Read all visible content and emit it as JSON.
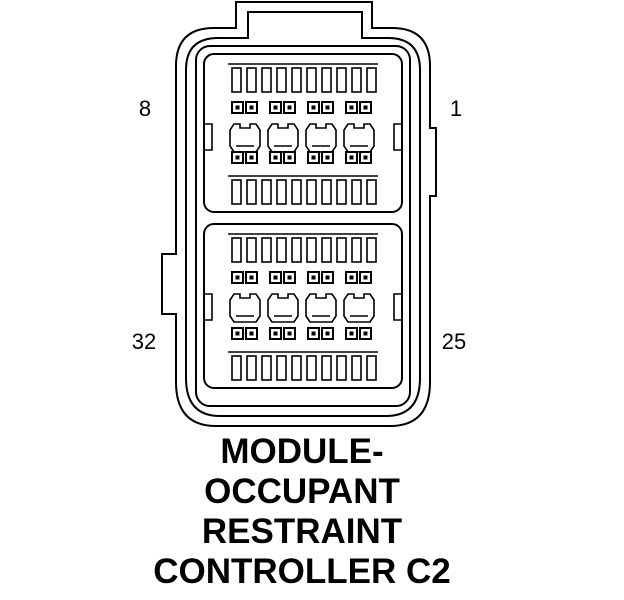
{
  "diagram": {
    "pin_labels": {
      "top_left": "8",
      "top_right": "1",
      "bottom_left": "32",
      "bottom_right": "25"
    },
    "caption_lines": [
      "MODULE-",
      "OCCUPANT",
      "RESTRAINT",
      "CONTROLLER C2"
    ],
    "colors": {
      "line": "#000000",
      "background": "#ffffff"
    }
  }
}
